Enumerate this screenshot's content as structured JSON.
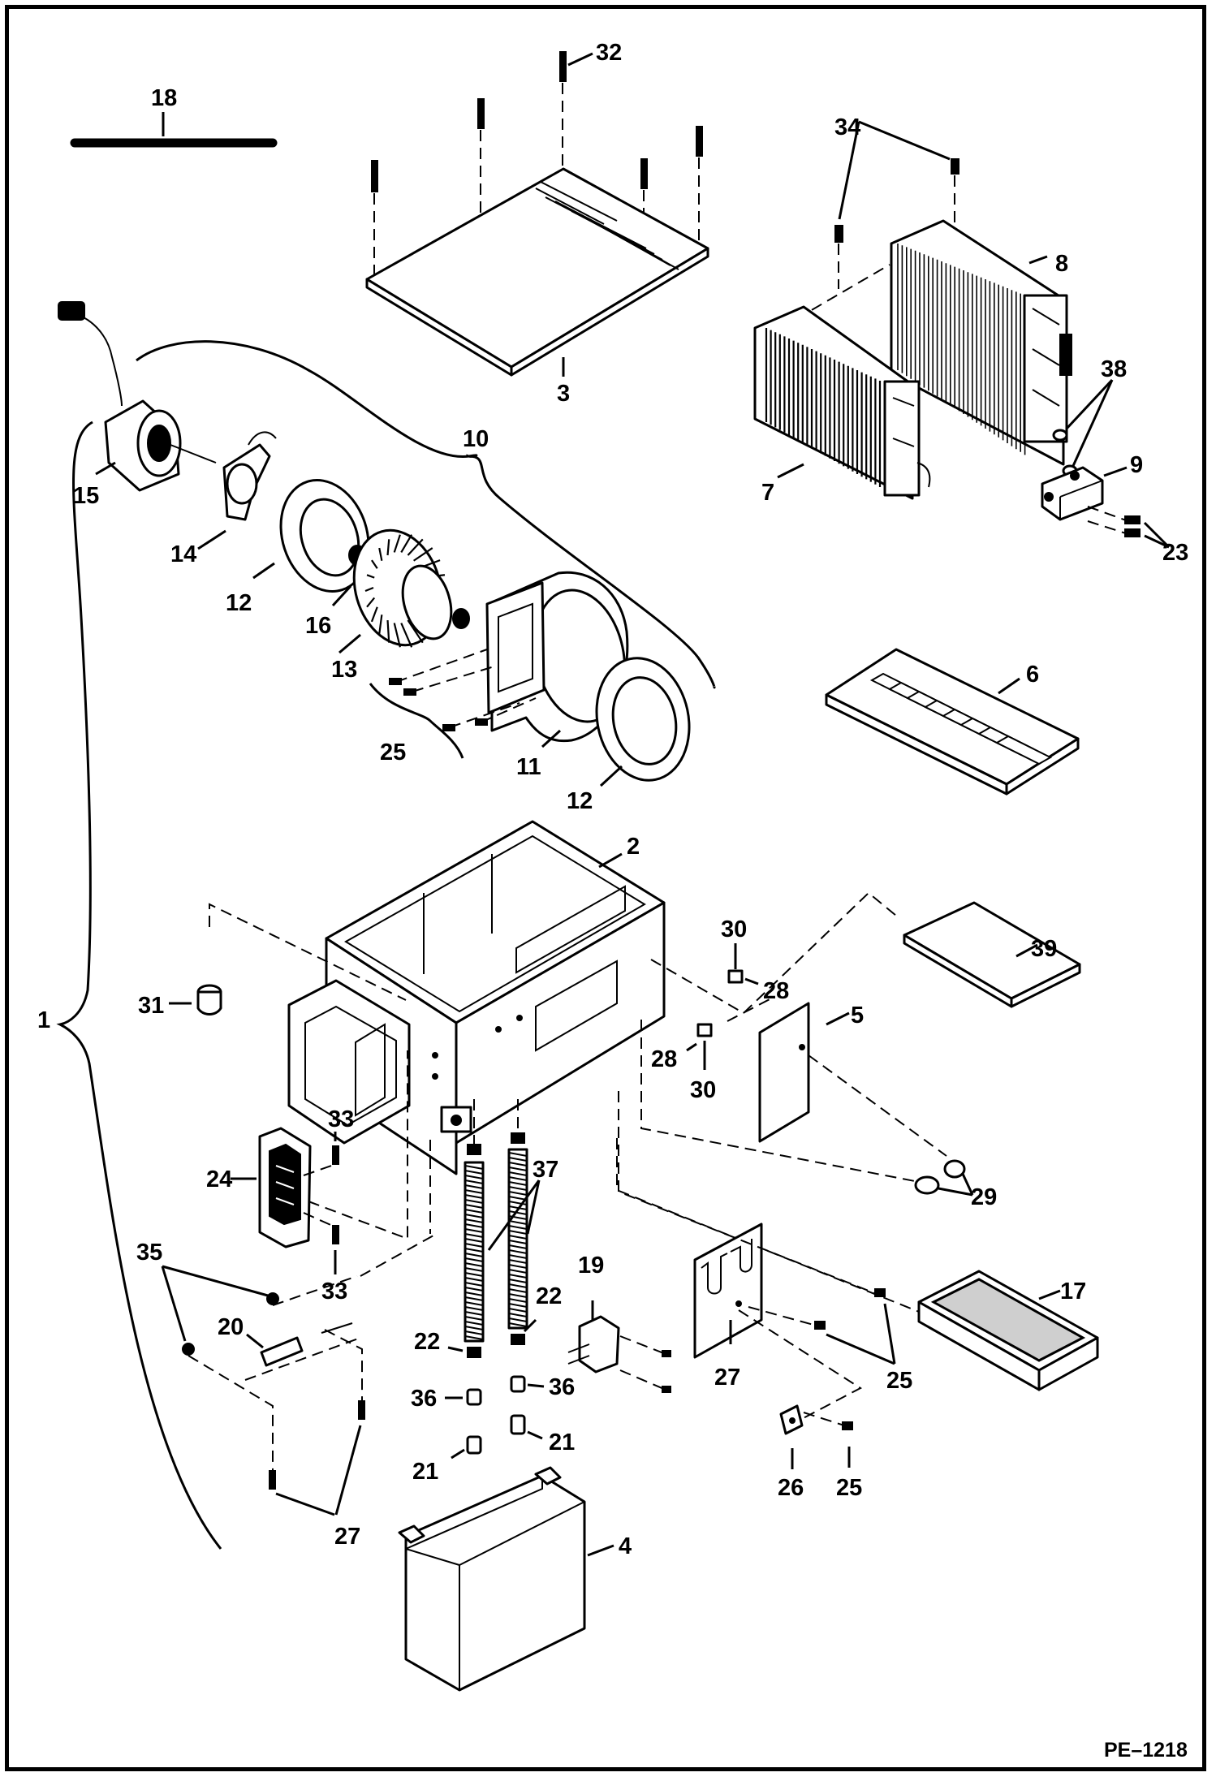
{
  "figure_code": "PE–1218",
  "callouts": {
    "c1": "1",
    "c2": "2",
    "c3": "3",
    "c4": "4",
    "c5": "5",
    "c6": "6",
    "c7": "7",
    "c8": "8",
    "c9": "9",
    "c10": "10",
    "c11": "11",
    "c12a": "12",
    "c12b": "12",
    "c13": "13",
    "c14": "14",
    "c15": "15",
    "c16": "16",
    "c17": "17",
    "c18": "18",
    "c19": "19",
    "c20": "20",
    "c21a": "21",
    "c21b": "21",
    "c22a": "22",
    "c22b": "22",
    "c23": "23",
    "c24": "24",
    "c25a": "25",
    "c25b": "25",
    "c25c": "25",
    "c26": "26",
    "c27a": "27",
    "c27b": "27",
    "c28a": "28",
    "c28b": "28",
    "c29": "29",
    "c30a": "30",
    "c30b": "30",
    "c31": "31",
    "c32": "32",
    "c33a": "33",
    "c33b": "33",
    "c34": "34",
    "c35": "35",
    "c36a": "36",
    "c36b": "36",
    "c37": "37",
    "c38": "38",
    "c39": "39"
  }
}
